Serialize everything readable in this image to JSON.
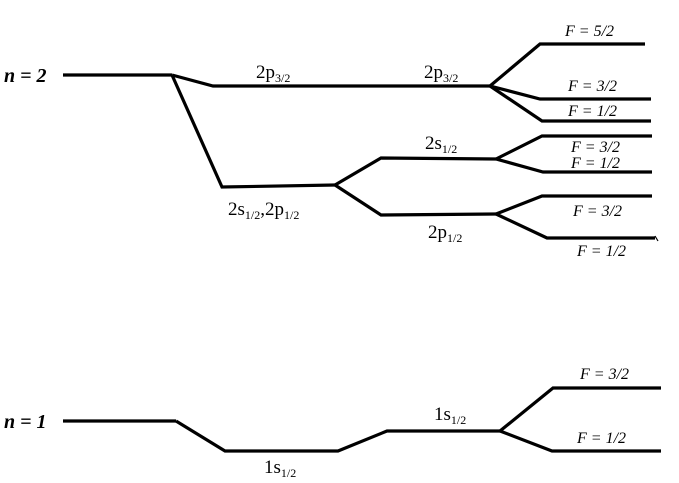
{
  "levels": {
    "n2": {
      "label": "n = 2"
    },
    "n1": {
      "label": "n = 1"
    }
  },
  "states": {
    "2p32_fine": {
      "main": "2p",
      "sub": "3/2"
    },
    "2p32_hfs": {
      "main": "2p",
      "sub": "3/2"
    },
    "2s12_2p12_fine": {
      "main1": "2s",
      "sub1": "1/2",
      "sep": ",",
      "main2": "2p",
      "sub2": "1/2"
    },
    "2s12_lamb": {
      "main": "2s",
      "sub": "1/2"
    },
    "2p12_lamb": {
      "main": "2p",
      "sub": "1/2"
    },
    "1s12_fine": {
      "main": "1s",
      "sub": "1/2"
    },
    "1s12_hfs": {
      "main": "1s",
      "sub": "1/2"
    }
  },
  "hyperfine": {
    "2p32_F52": "F = 5/2",
    "2p32_F32": "F = 3/2",
    "2p32_F12": "F = 1/2",
    "2s12_F32": "F = 3/2",
    "2s12_F12": "F = 1/2",
    "2p12_F32": "F = 3/2",
    "2p12_F12": "F = 1/2",
    "1s12_F32": "F = 3/2",
    "1s12_F12": "F = 1/2"
  }
}
